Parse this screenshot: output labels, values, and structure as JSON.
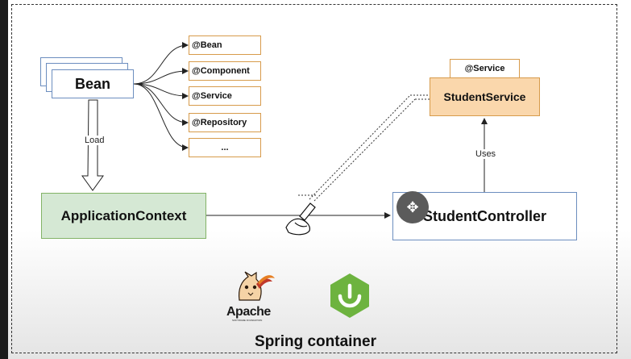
{
  "bean": {
    "label": "Bean"
  },
  "annotations": [
    "@Bean",
    "@Component",
    "@Service",
    "@Repository",
    "..."
  ],
  "load_label": "Load",
  "app_context": {
    "label": "ApplicationContext"
  },
  "student_service": {
    "tag": "@Service",
    "label": "StudentService"
  },
  "uses_label": "Uses",
  "student_controller": {
    "label": "StudentController"
  },
  "logos": {
    "apache": "Apache",
    "apache_sub": "SOFTWARE FOUNDATION"
  },
  "footer": {
    "title": "Spring container"
  },
  "colors": {
    "bean_border": "#6c8ebf",
    "annotation_border": "#d79b4b",
    "app_context_fill": "#d5e8d4",
    "app_context_border": "#82b366",
    "service_fill": "#fad7ac",
    "spring_green": "#6db33f"
  }
}
